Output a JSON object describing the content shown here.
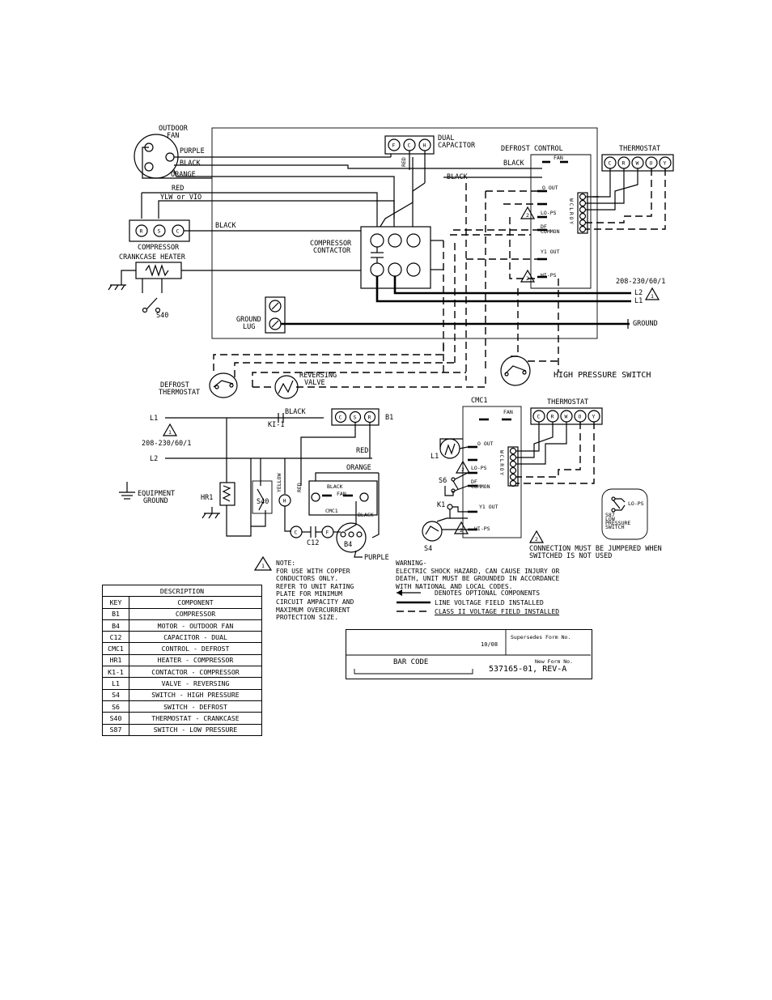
{
  "top": {
    "outdoor_fan": "OUTDOOR\nFAN",
    "wire_purple": "PURPLE",
    "wire_black": "BLACK",
    "wire_orange": "ORANGE",
    "wire_red": "RED",
    "wire_ylw": "YLW or VIO",
    "wire_black_comp": "BLACK",
    "wire_black_top": "BLACK",
    "wire_black_def": "BLACK",
    "red_vertical": "RED",
    "dual_capacitor": "DUAL\nCAPACITOR",
    "cap_terms": [
      "F",
      "C",
      "H"
    ],
    "compressor": "COMPRESSOR",
    "comp_terms": [
      "R",
      "S",
      "C"
    ],
    "crankcase_heater": "CRANKCASE HEATER",
    "s40": "S40",
    "compressor_contactor": "COMPRESSOR\nCONTACTOR",
    "ground_lug": "GROUND\nLUG",
    "defrost_control": "DEFROST CONTROL",
    "fan": "FAN",
    "o_out": "O OUT",
    "lo_ps": "LO-PS",
    "df_common": "DF\nCOMMON",
    "y1_out": "Y1 OUT",
    "hi_ps": "HI-PS",
    "strip_letters": "WCLROY",
    "thermostat": "THERMOSTAT",
    "tstat_terms": [
      "C",
      "R",
      "W",
      "O",
      "Y"
    ],
    "supply": "208-230/60/1",
    "l2": "L2",
    "l1": "L1",
    "ground": "GROUND",
    "defrost_thermostat": "DEFROST\nTHERMOSTAT",
    "reversing_valve": "REVERSING\nVALVE",
    "high_pressure_switch": "HIGH PRESSURE SWITCH"
  },
  "ladder": {
    "l1": "L1",
    "l2": "L2",
    "supply": "208-230/60/1",
    "ki1": "KI-1",
    "black": "BLACK",
    "red": "RED",
    "orange": "ORANGE",
    "b1": "B1",
    "b1_terms": [
      "C",
      "S",
      "R"
    ],
    "equipment_ground": "EQUIPMENT\nGROUND",
    "hr1": "HR1",
    "s40": "S40",
    "yellow": "YELLOW",
    "red_v": "RED",
    "h": "H",
    "black_small": "BLACK",
    "fan_small": "FAN",
    "cmc1_small": "CMC1",
    "black_right": "BLACK",
    "c12": "C12",
    "c": "C",
    "f": "F",
    "b4": "B4",
    "purple": "PURPLE"
  },
  "cmc": {
    "title": "CMC1",
    "fan": "FAN",
    "o_out": "O OUT",
    "l1": "L1",
    "lo_ps": "LO-PS",
    "s6": "S6",
    "df_common": "DF\nCOMMON",
    "k1": "K1",
    "y1_out": "Y1 OUT",
    "hi_ps": "HI-PS",
    "s4": "S4",
    "strip_letters": "WCLROY",
    "thermostat": "THERMOSTAT",
    "tstat_terms": [
      "C",
      "R",
      "W",
      "O",
      "Y"
    ],
    "inset_label": "LO-PS",
    "inset_caption": "S87\nLOW\nPRESSURE\nSWITCH",
    "note2": "CONNECTION MUST BE JUMPERED WHEN\nSWITCHED IS NOT USED"
  },
  "notes": {
    "note1": "NOTE:\nFOR USE WITH COPPER\nCONDUCTORS ONLY.\nREFER TO UNIT RATING\nPLATE FOR MINIMUM\nCIRCUIT AMPACITY AND\nMAXIMUM OVERCURRENT\nPROTECTION SIZE.",
    "warning": "WARNING-\nELECTRIC SHOCK HAZARD, CAN CAUSE INJURY OR\nDEATH, UNIT MUST BE GROUNDED IN ACCORDANCE\nWITH NATIONAL AND LOCAL CODES.",
    "legend_optional": "DENOTES OPTIONAL COMPONENTS",
    "legend_line": "LINE VOLTAGE FIELD INSTALLED",
    "legend_class2": "CLASS II VOLTAGE FIELD INSTALLED",
    "warn_num_1": "1",
    "warn_num_2": "2"
  },
  "table": {
    "title": "DESCRIPTION",
    "head_key": "KEY",
    "head_component": "COMPONENT",
    "rows": [
      [
        "B1",
        "COMPRESSOR"
      ],
      [
        "B4",
        "MOTOR - OUTDOOR FAN"
      ],
      [
        "C12",
        "CAPACITOR - DUAL"
      ],
      [
        "CMC1",
        "CONTROL - DEFROST"
      ],
      [
        "HR1",
        "HEATER - COMPRESSOR"
      ],
      [
        "K1-1",
        "CONTACTOR - COMPRESSOR"
      ],
      [
        "L1",
        "VALVE - REVERSING"
      ],
      [
        "S4",
        "SWITCH - HIGH PRESSURE"
      ],
      [
        "S6",
        "SWITCH - DEFROST"
      ],
      [
        "S40",
        "THERMOSTAT - CRANKCASE"
      ],
      [
        "S87",
        "SWITCH - LOW PRESSURE"
      ]
    ]
  },
  "titleblock": {
    "supersedes": "Supersedes Form No.",
    "date": "10/08",
    "new_form": "New Form No.",
    "bar_code": "BAR CODE",
    "form_number": "537165-01, REV-A"
  }
}
